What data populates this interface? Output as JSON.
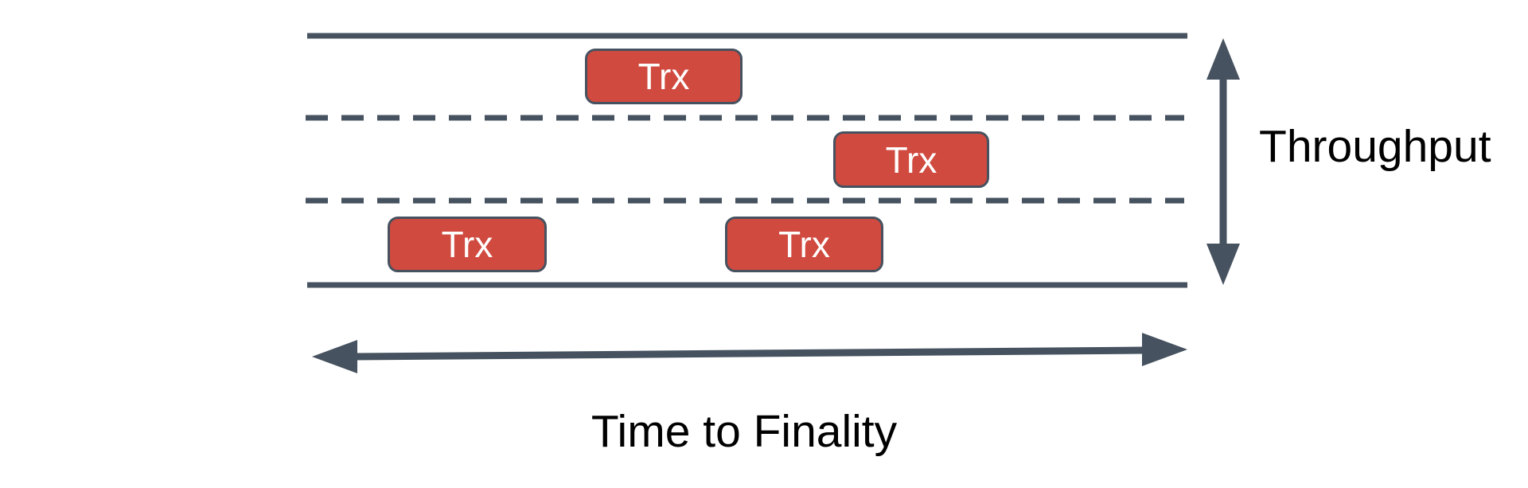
{
  "diagram": {
    "axis_labels": {
      "vertical": "Throughput",
      "horizontal": "Time to Finality"
    },
    "lane_count": 3,
    "transactions": [
      {
        "label": "Trx",
        "lane": "top"
      },
      {
        "label": "Trx",
        "lane": "middle"
      },
      {
        "label": "Trx",
        "lane": "bottom"
      },
      {
        "label": "Trx",
        "lane": "bottom"
      }
    ],
    "colors": {
      "stroke": "#46525F",
      "transaction_fill": "#D04A3F",
      "transaction_border": "#46525F",
      "transaction_text": "#FFFFFF",
      "axis_label_text": "#000000",
      "background": "#FFFFFF"
    }
  }
}
